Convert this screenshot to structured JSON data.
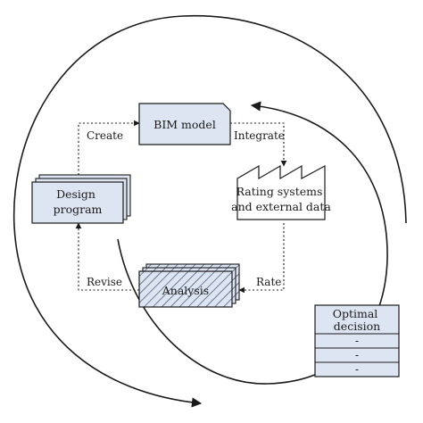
{
  "colors": {
    "box_fill": "#dde5f2",
    "stroke": "#1a1a1a",
    "background": "#ffffff"
  },
  "nodes": {
    "bim_model": "BIM model",
    "design_program": [
      "Design",
      "program"
    ],
    "rating": [
      "Rating systems",
      "and external data"
    ],
    "analysis": "Analysis"
  },
  "edges": {
    "create": "Create",
    "integrate": "Integrate",
    "rate": "Rate",
    "revise": "Revise"
  },
  "decision_table": {
    "header": [
      "Optimal",
      "decision"
    ],
    "rows": [
      "-",
      "-",
      "-"
    ]
  }
}
